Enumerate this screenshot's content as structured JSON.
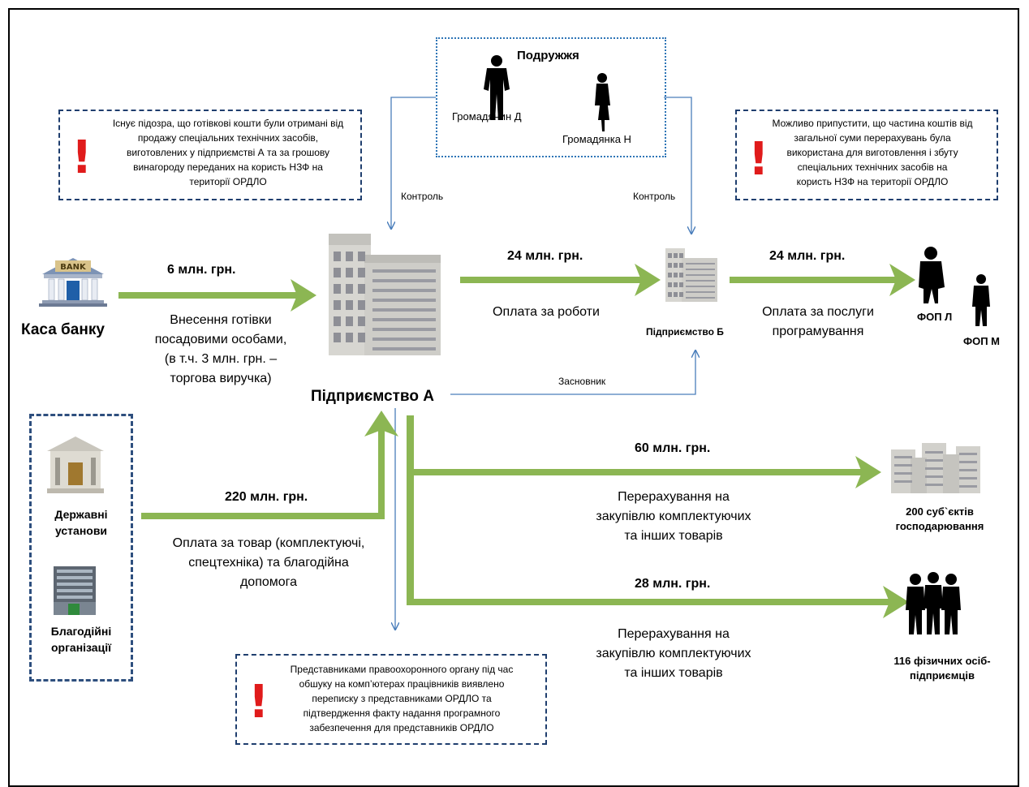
{
  "spouses": {
    "title": "Подружжя",
    "citizen_d": "Громадянин Д",
    "citizen_n": "Громадянка Н"
  },
  "notes": {
    "left": [
      "Існує підозра, що готівкові кошти були отримані від",
      "продажу спеціальних технічних засобів,",
      "виготовлених у підприємстві А та за грошову",
      "винагороду переданих на користь НЗФ  на",
      "території ОРДЛО"
    ],
    "right": [
      "Можливо припустити, що частина коштів від",
      "загальної суми перерахувань була",
      "використана для виготовлення і збуту",
      "спеціальних технічних засобів на",
      "користь НЗФ  на території ОРДЛО"
    ],
    "bottom": [
      "Представниками правоохоронного органу під час",
      "обшуку на комп’ютерах працівників виявлено",
      "переписку з представниками ОРДЛО та",
      "підтвердження факту надання програмного",
      "забезпечення для представників ОРДЛО"
    ],
    "mark": "!"
  },
  "control_label": "Контроль",
  "founder_label": "Засновник",
  "bank": {
    "sign": "BANK",
    "label": "Каса банку",
    "amount": "6 млн. грн.",
    "desc": [
      "Внесення готівки",
      "посадовими особами,",
      "(в т.ч. 3 млн. грн. –",
      "торгова виручка)"
    ]
  },
  "enterprise_a": "Підприємство А",
  "enterprise_b": "Підприємство Б",
  "flow_a_b": {
    "amount": "24 млн. грн.",
    "desc": "Оплата за роботи"
  },
  "flow_b_fop": {
    "amount": "24 млн. грн.",
    "desc": [
      "Оплата за послуги",
      "програмування"
    ]
  },
  "fop_l": "ФОП Л",
  "fop_m": "ФОП М",
  "sources": {
    "gov": [
      "Державні",
      "установи"
    ],
    "charity": [
      "Благодійні",
      "організації"
    ],
    "amount": "220 млн. грн.",
    "desc": [
      "Оплата за товар (комплектуючі,",
      "спецтехніка) та благодійна",
      "допомога"
    ]
  },
  "flow_60": {
    "amount": "60 млн. грн.",
    "desc": [
      "Перерахування на",
      "закупівлю комплектуючих",
      "та інших товарів"
    ]
  },
  "entities_200": [
    "200 суб`єктів",
    "господарювання"
  ],
  "flow_28": {
    "amount": "28 млн. грн.",
    "desc": [
      "Перерахування на",
      "закупівлю комплектуючих",
      "та інших товарів"
    ]
  },
  "persons_116": [
    "116 фізичних осіб-",
    "підприємців"
  ],
  "colors": {
    "arrow_green": "#8cb653",
    "connector_blue": "#4a7ebb",
    "box_navy": "#1f3e6e",
    "dotted_blue": "#2e75b6",
    "alert_red": "#e01b1b"
  }
}
